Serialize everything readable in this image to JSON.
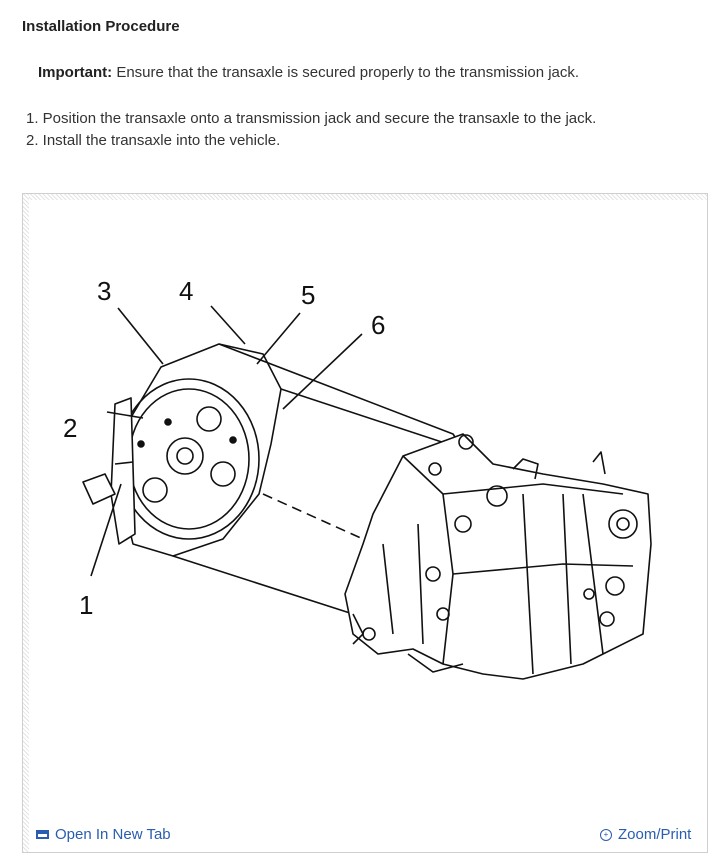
{
  "section": {
    "heading": "Installation Procedure",
    "important_label": "Important:",
    "important_text": " Ensure that the transaxle is secured properly to the transmission jack."
  },
  "steps": [
    "1. Position the transaxle onto a transmission jack and secure the transaxle to the jack.",
    "2. Install the transaxle into the vehicle."
  ],
  "figure": {
    "callouts": [
      "1",
      "2",
      "3",
      "4",
      "5",
      "6"
    ]
  },
  "links": {
    "open_new_tab": "Open In New Tab",
    "zoom_print": "Zoom/Print"
  }
}
